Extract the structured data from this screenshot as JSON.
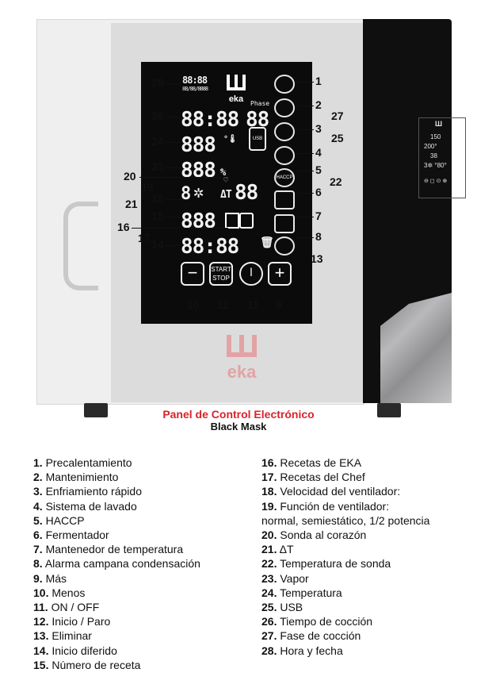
{
  "caption": {
    "title": "Panel de Control Electrónico",
    "subtitle": "Black Mask"
  },
  "brand": "eka",
  "display": {
    "clock": "88:88",
    "date": "88/88/8888",
    "phase_label": "Phase",
    "time": "88:88",
    "phase": "88",
    "temperature": "888",
    "vapor": "888",
    "percent": "%",
    "fan_digit": "8",
    "probe_temp": "88",
    "recipe": "888",
    "delay": "88:88",
    "start": "START",
    "stop": "STOP"
  },
  "callouts": [
    "1",
    "2",
    "3",
    "4",
    "5",
    "6",
    "7",
    "8",
    "9",
    "10",
    "11",
    "12",
    "13",
    "14",
    "15",
    "16",
    "17",
    "18",
    "19",
    "20",
    "21",
    "22",
    "23",
    "24",
    "25",
    "26",
    "27",
    "28"
  ],
  "legend_left": [
    {
      "n": "1.",
      "t": "Precalentamiento"
    },
    {
      "n": "2.",
      "t": "Mantenimiento"
    },
    {
      "n": "3.",
      "t": "Enfriamiento rápido"
    },
    {
      "n": "4.",
      "t": "Sistema de lavado"
    },
    {
      "n": "5.",
      "t": "HACCP"
    },
    {
      "n": "6.",
      "t": "Fermentador"
    },
    {
      "n": "7.",
      "t": "Mantenedor de temperatura"
    },
    {
      "n": "8.",
      "t": "Alarma campana condensación"
    },
    {
      "n": "9.",
      "t": "Más"
    },
    {
      "n": "10.",
      "t": "Menos"
    },
    {
      "n": "11.",
      "t": "ON / OFF"
    },
    {
      "n": "12.",
      "t": "Inicio / Paro"
    },
    {
      "n": "13.",
      "t": "Eliminar"
    },
    {
      "n": "14.",
      "t": "Inicio diferido"
    },
    {
      "n": "15.",
      "t": "Número de receta"
    }
  ],
  "legend_right": [
    {
      "n": "16.",
      "t": "Recetas de EKA"
    },
    {
      "n": "17.",
      "t": "Recetas del Chef"
    },
    {
      "n": "18.",
      "t": "Velocidad del ventilador:"
    },
    {
      "n": "19.",
      "t": "Función de ventilador:"
    },
    {
      "n": "",
      "t": "normal, semiestático, 1/2 potencia"
    },
    {
      "n": "20.",
      "t": "Sonda al corazón"
    },
    {
      "n": "21.",
      "t": "ΔT"
    },
    {
      "n": "22.",
      "t": "Temperatura de sonda"
    },
    {
      "n": "23.",
      "t": "Vapor"
    },
    {
      "n": "24.",
      "t": "Temperatura"
    },
    {
      "n": "25.",
      "t": "USB"
    },
    {
      "n": "26.",
      "t": "Tiempo de cocción"
    },
    {
      "n": "27.",
      "t": "Fase de cocción"
    },
    {
      "n": "28.",
      "t": "Hora y fecha"
    }
  ]
}
